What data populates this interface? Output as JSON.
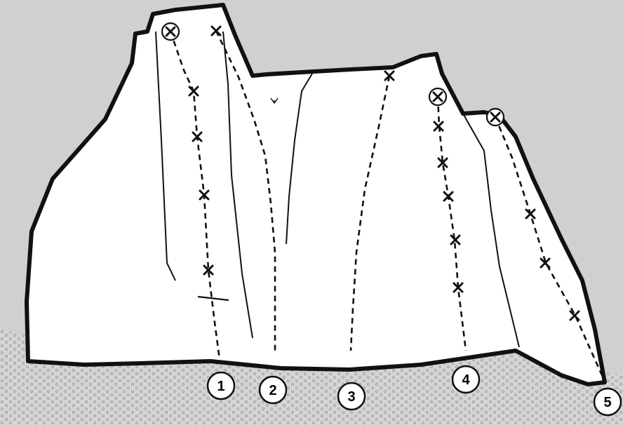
{
  "colors": {
    "background": "#cfd0d2",
    "ground": "#d4d5d7",
    "ground_dots": "#9a9b9d",
    "rock": "#ffffff",
    "ink": "#111111"
  },
  "routes": [
    {
      "number": "1"
    },
    {
      "number": "2"
    },
    {
      "number": "3"
    },
    {
      "number": "4"
    },
    {
      "number": "5"
    }
  ],
  "symbols": {
    "bolt": "cross-mark",
    "anchor": "circled-cross-mark",
    "crux": "horizontal-bar",
    "feature": "small-v-mark"
  }
}
